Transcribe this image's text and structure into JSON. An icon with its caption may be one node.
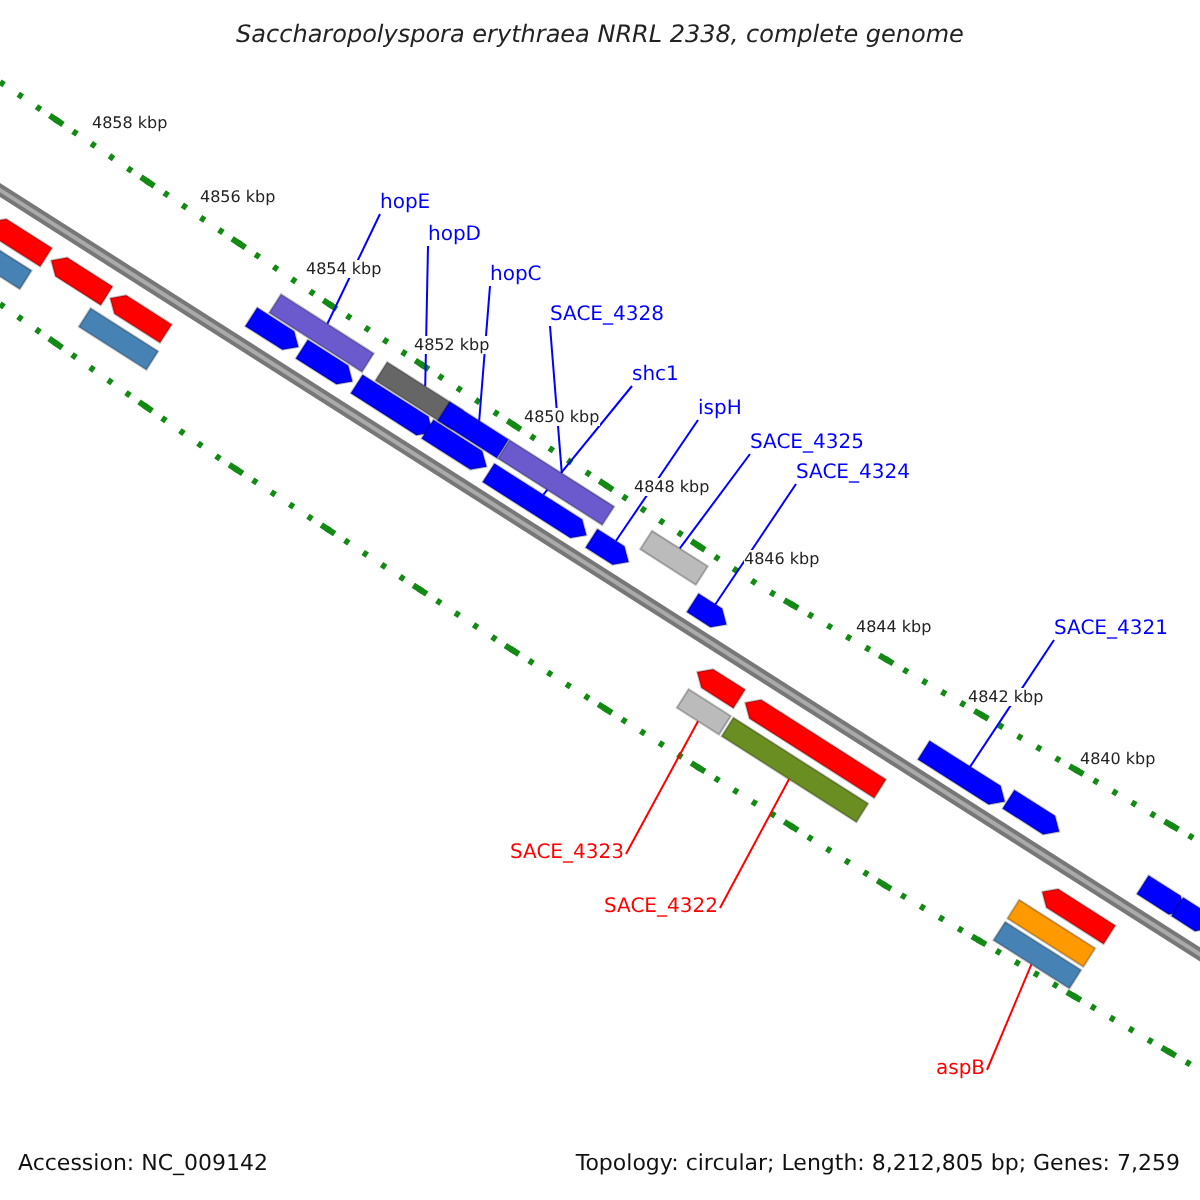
{
  "diagram": {
    "title": "Saccharopolyspora erythraea NRRL 2338, complete genome",
    "nodes": [
      {
        "text": [
          "hopE"
        ]
      },
      {
        "text": [
          "hopD"
        ]
      },
      {
        "text": [
          "hopC"
        ]
      },
      {
        "text": [
          "SACE_4328"
        ]
      },
      {
        "text": [
          "shc1"
        ]
      },
      {
        "text": [
          "ispH"
        ]
      },
      {
        "text": [
          "SACE_4325"
        ]
      },
      {
        "text": [
          "SACE_4324"
        ]
      },
      {
        "text": [
          "SACE_4321"
        ]
      },
      {
        "text": [
          "SACE_4323"
        ]
      },
      {
        "text": [
          "SACE_4322"
        ]
      },
      {
        "text": [
          "aspB"
        ]
      },
      {
        "text": [],
        "shape": "bar"
      },
      {
        "text": [],
        "shape": "bar"
      },
      {
        "text": [],
        "shape": "bar"
      },
      {
        "text": [],
        "shape": "bar"
      },
      {
        "text": [],
        "shape": "bar"
      },
      {
        "text": [],
        "shape": "bar"
      },
      {
        "text": [],
        "shape": "bar"
      },
      {
        "text": [],
        "shape": "bar"
      },
      {
        "text": [],
        "shape": "bar"
      },
      {
        "text": [],
        "shape": "bar"
      },
      {
        "text": [],
        "shape": "bar"
      },
      {
        "text": [],
        "shape": "bar"
      },
      {
        "text": [],
        "shape": "bar"
      },
      {
        "text": [],
        "shape": "bar"
      },
      {
        "text": [],
        "shape": "bar"
      },
      {
        "text": [],
        "shape": "bar"
      },
      {
        "text": [],
        "shape": "bar"
      },
      {
        "text": [],
        "shape": "bar"
      },
      {
        "text": [],
        "shape": "bar"
      },
      {
        "text": [],
        "shape": "bar"
      },
      {
        "text": [],
        "shape": "bar"
      },
      {
        "text": [],
        "shape": "bar"
      },
      {
        "text": [],
        "shape": "bar"
      },
      {
        "text": [],
        "shape": "bar"
      },
      {
        "text": [],
        "shape": "bar"
      },
      {
        "text": [],
        "shape": "bar"
      },
      {
        "text": [],
        "shape": "bar"
      },
      {
        "text": [],
        "shape": "bar"
      }
    ],
    "edges": [
      {
        "from": 0,
        "to": 12,
        "arrow": "none"
      },
      {
        "from": 1,
        "to": 13,
        "arrow": "none"
      },
      {
        "from": 2,
        "to": 14,
        "arrow": "none"
      },
      {
        "from": 3,
        "to": 15,
        "arrow": "none"
      },
      {
        "from": 4,
        "to": 16,
        "arrow": "none"
      },
      {
        "from": 5,
        "to": 17,
        "arrow": "none"
      },
      {
        "from": 6,
        "to": 18,
        "arrow": "none"
      },
      {
        "from": 7,
        "to": 19,
        "arrow": "none"
      },
      {
        "from": 8,
        "to": 20,
        "arrow": "none"
      },
      {
        "from": 9,
        "to": 21,
        "arrow": "none",
        "color": "#ff0000"
      },
      {
        "from": 10,
        "to": 22,
        "arrow": "none",
        "color": "#ff0000"
      },
      {
        "from": 11,
        "to": 23,
        "arrow": "none",
        "color": "#ff0000"
      }
    ],
    "labels": [
      "4858 kbp",
      "4856 kbp",
      "4854 kbp",
      "4852 kbp",
      "4850 kbp",
      "4848 kbp",
      "4846 kbp",
      "4844 kbp",
      "4842 kbp",
      "4840 kbp",
      "Accession: NC_009142",
      "Topology: circular; Length: 8,212,805 bp; Genes: 7,259"
    ]
  }
}
